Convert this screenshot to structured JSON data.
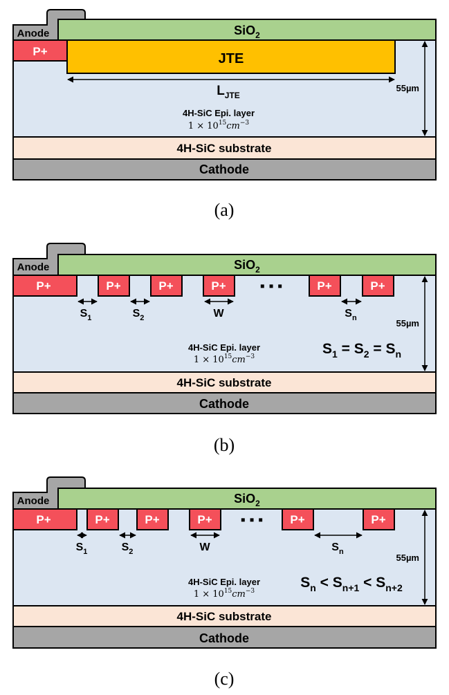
{
  "colors": {
    "epi": "#dce6f2",
    "sio2": "#a9d18e",
    "jte": "#ffc000",
    "pplus": "#f4505a",
    "substrate": "#fbe5d6",
    "cathode": "#a6a6a6",
    "anode": "#a6a6a6"
  },
  "labels": {
    "anode": "Anode",
    "sio2_main": "SiO",
    "sio2_sub": "2",
    "pplus": "P+",
    "jte": "JTE",
    "ljte_main": "L",
    "ljte_sub": "JTE",
    "thickness": "55µm",
    "epi_name": "4H-SiC Epi. layer",
    "doping_prefix": "1 × 10",
    "doping_exp": "15",
    "doping_unit": "cm",
    "doping_unit_exp": "−3",
    "substrate": "4H-SiC substrate",
    "cathode": "Cathode",
    "s_main": "S",
    "s1_sub": "1",
    "s2_sub": "2",
    "sn_sub": "n",
    "w": "W",
    "dots": "▪ ▪ ▪"
  },
  "panels": {
    "a": {
      "caption": "(a)"
    },
    "b": {
      "caption": "(b)",
      "relation": {
        "s": "S",
        "sub1": "1",
        "eq1": " = ",
        "sub2": "2",
        "eq2": " = ",
        "subn": "n"
      }
    },
    "c": {
      "caption": "(c)",
      "relation": {
        "s": "S",
        "subn": "n",
        "lt1": " < ",
        "subn1": "n+1",
        "lt2": " < ",
        "subn2": "n+2"
      }
    }
  }
}
